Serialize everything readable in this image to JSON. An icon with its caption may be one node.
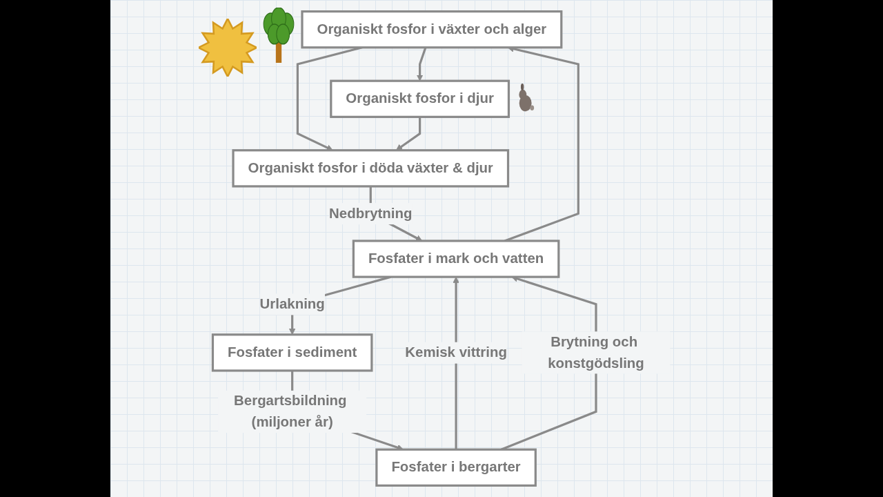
{
  "diagram": {
    "nodes": [
      {
        "text": [
          "Organiskt fosfor i växter och alger"
        ]
      },
      {
        "text": [
          "Organiskt fosfor i djur"
        ]
      },
      {
        "text": [
          "Organiskt fosfor i döda växter & djur"
        ]
      },
      {
        "text": [
          "Fosfater i mark och vatten"
        ]
      },
      {
        "text": [
          "Fosfater i sediment"
        ]
      },
      {
        "text": [
          "Fosfater i bergarter"
        ]
      }
    ],
    "edges": [
      {
        "from": 0,
        "to": 1,
        "arrow": "to"
      },
      {
        "from": 0,
        "to": 2,
        "arrow": "to"
      },
      {
        "from": 1,
        "to": 2,
        "arrow": "to"
      },
      {
        "from": 2,
        "to": 3,
        "arrow": "to",
        "label": "Nedbrytning"
      },
      {
        "from": 3,
        "to": 0,
        "arrow": "to"
      },
      {
        "from": 3,
        "to": 4,
        "arrow": "to",
        "label": "Urlakning"
      },
      {
        "from": 4,
        "to": 5,
        "arrow": "to",
        "label": "Bergartsbildning (miljoner år)"
      },
      {
        "from": 5,
        "to": 3,
        "arrow": "to",
        "label": "Kemisk vittring"
      },
      {
        "from": 5,
        "to": 3,
        "arrow": "to",
        "label": "Brytning och konstgödsling"
      }
    ]
  }
}
